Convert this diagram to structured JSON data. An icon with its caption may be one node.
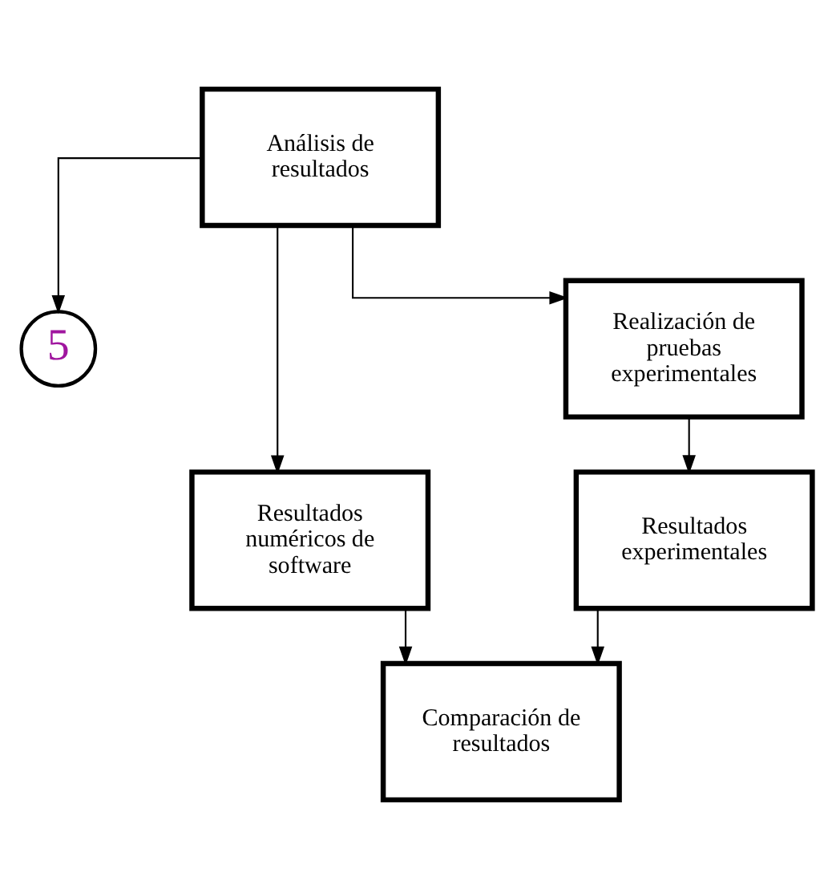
{
  "diagram": {
    "nodes": [
      {
        "text": [
          "5"
        ]
      },
      {
        "text": [
          "Análisis de resultados"
        ]
      },
      {
        "text": [
          "Resultados numéricos de software"
        ]
      },
      {
        "text": [
          "Realización de pruebas experimentales"
        ]
      },
      {
        "text": [
          "Resultados experimentales"
        ]
      },
      {
        "text": [
          "Comparación de resultados"
        ]
      }
    ],
    "edges": [
      {
        "from": 1,
        "to": 0,
        "arrow": "to"
      },
      {
        "from": 1,
        "to": 2,
        "arrow": "to"
      },
      {
        "from": 1,
        "to": 3,
        "arrow": "to"
      },
      {
        "from": 3,
        "to": 4,
        "arrow": "to"
      },
      {
        "from": 2,
        "to": 5,
        "arrow": "to"
      },
      {
        "from": 4,
        "to": 5,
        "arrow": "to"
      }
    ]
  }
}
